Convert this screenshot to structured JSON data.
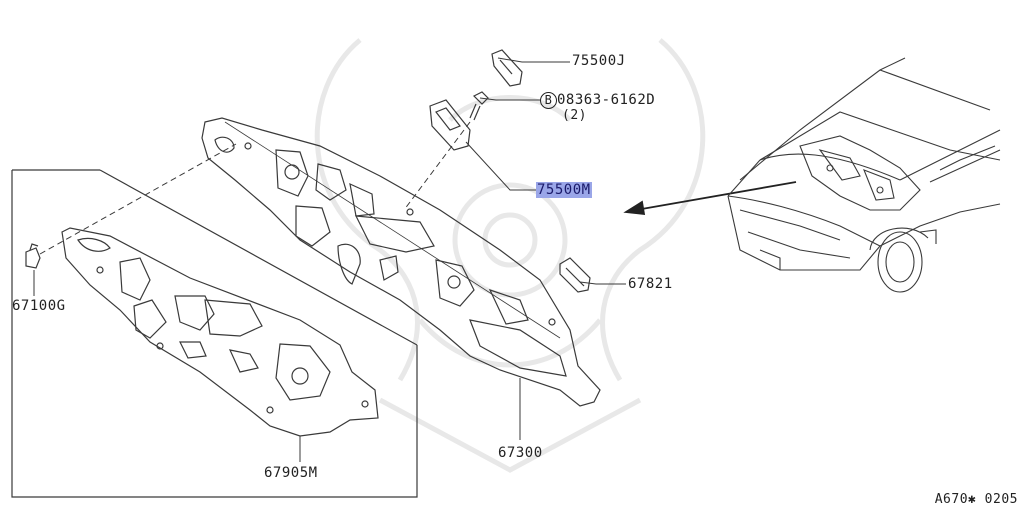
{
  "callouts": {
    "p75500j": "75500J",
    "bolt_symbol": "B",
    "bolt_part": "08363-6162D",
    "bolt_qty": "(2)",
    "p75500m": "75500M",
    "p67821": "67821",
    "p67100g": "67100G",
    "p67300": "67300",
    "p67905m": "67905M"
  },
  "figure_code": "A670✱ 0205",
  "colors": {
    "line": "#3a3a3a",
    "highlight": "#9aa6e8",
    "watermark": "#e6e6e6"
  }
}
